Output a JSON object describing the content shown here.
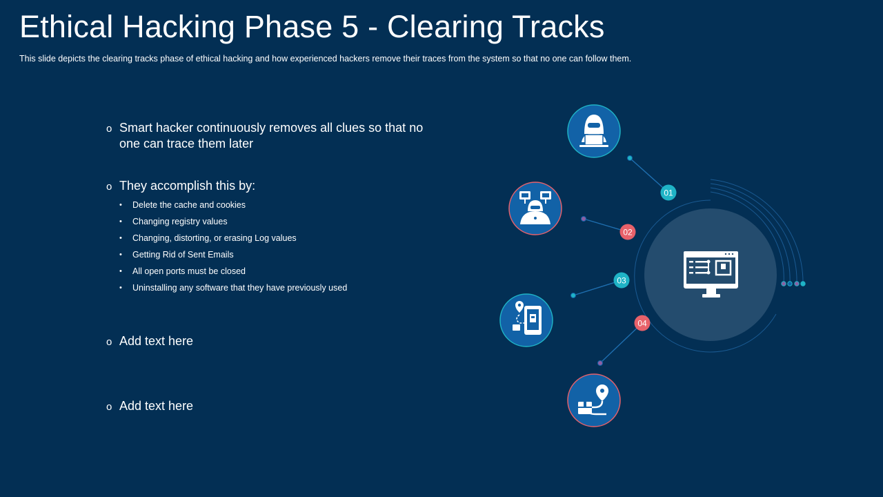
{
  "slide": {
    "title": "Ethical Hacking Phase 5 - Clearing Tracks",
    "subtitle": "This slide depicts the clearing tracks phase of ethical hacking and how experienced  hackers remove  their traces from  the system so that no one can follow them."
  },
  "points": [
    {
      "marker": "o",
      "text": "Smart hacker continuously removes all clues so that no one can trace them later"
    },
    {
      "marker": "o",
      "text": "They accomplish this by:"
    },
    {
      "marker": "o",
      "text": "Add text here"
    },
    {
      "marker": "o",
      "text": "Add text here"
    }
  ],
  "subitems": [
    {
      "bullet": "•",
      "text": "Delete the cache and cookies"
    },
    {
      "bullet": "•",
      "text": "Changing  registry values"
    },
    {
      "bullet": "•",
      "text": "Changing,  distorting,  or erasing Log values"
    },
    {
      "bullet": "•",
      "text": "Getting Rid of Sent Emails"
    },
    {
      "bullet": "•",
      "text": "All open  ports  must be closed"
    },
    {
      "bullet": "•",
      "text": "Uninstalling  any software  that they have  previously  used"
    }
  ],
  "steps": [
    {
      "number": "01",
      "icon": "hooded-hacker-laptop-icon",
      "color": "#1fb3c6"
    },
    {
      "number": "02",
      "icon": "hacker-monitors-icon",
      "color": "#e8616a"
    },
    {
      "number": "03",
      "icon": "mobile-location-icon",
      "color": "#1fb3c6"
    },
    {
      "number": "04",
      "icon": "package-route-icon",
      "color": "#e8616a"
    }
  ],
  "center": {
    "icon": "computer-dashboard-icon"
  },
  "colors": {
    "background": "#032f54",
    "icon_circle": "#1262a7",
    "center_circle": "#244c6e",
    "teal": "#1fb3c6",
    "coral": "#e8616a",
    "purple": "#8c5fa3"
  }
}
